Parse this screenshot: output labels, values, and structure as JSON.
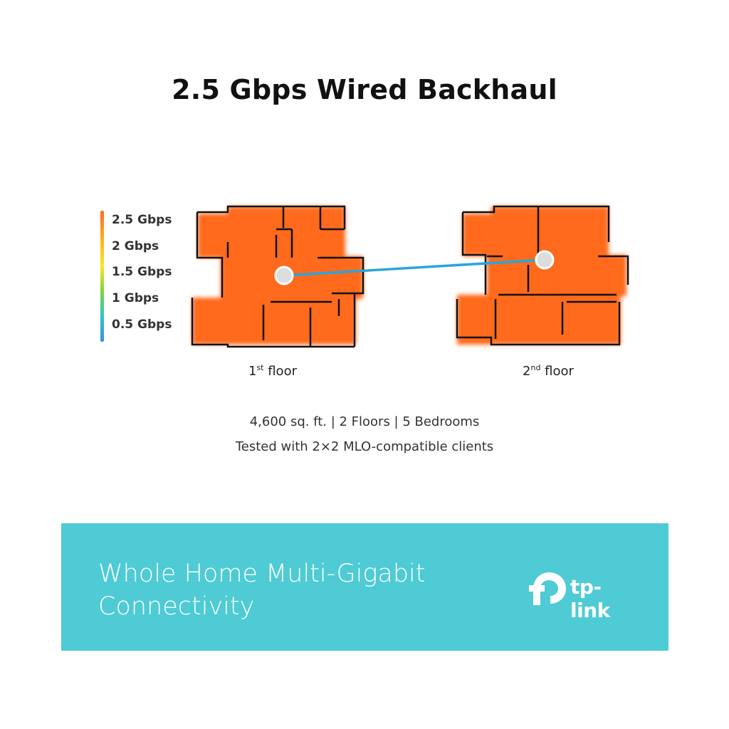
{
  "title": "2.5 Gbps Wired Backhaul",
  "legend": {
    "labels": [
      "2.5 Gbps",
      "2 Gbps",
      "1.5 Gbps",
      "1 Gbps",
      "0.5 Gbps"
    ]
  },
  "floors": [
    {
      "label_num": "1",
      "label_sup": "st",
      "label_text": " floor"
    },
    {
      "label_num": "2",
      "label_sup": "nd",
      "label_text": " floor"
    }
  ],
  "description": {
    "line1": "4,600 sq. ft. | 2 Floors | 5 Bedrooms",
    "line2": "Tested with 2×2 MLO-compatible clients"
  },
  "banner": {
    "line1": "Whole Home Multi-Gigabit",
    "line2": "Connectivity",
    "logo_text": "tp-link"
  },
  "colors": {
    "heat": "#ff6a1f",
    "link": "#2aa5d8",
    "banner": "#4ecbd5"
  }
}
